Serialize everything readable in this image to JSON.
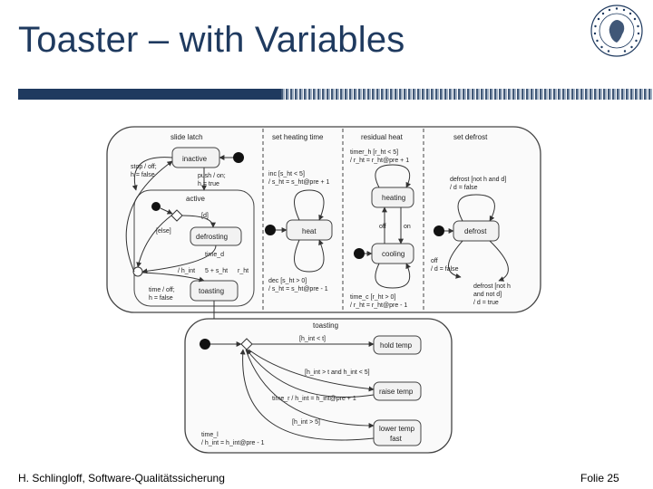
{
  "slide": {
    "title": "Toaster – with Variables",
    "footer_left": "H. Schlingloff, Software-Qualitätssicherung",
    "footer_right": "Folie 25"
  },
  "regions": {
    "slide_latch": "slide latch",
    "set_heating_time": "set heating time",
    "residual_heat": "residual heat",
    "set_defrost": "set defrost",
    "active": "active",
    "toasting": "toasting"
  },
  "states": {
    "inactive": "inactive",
    "defrosting": "defrosting",
    "toasting": "toasting",
    "heat": "heat",
    "heating": "heating",
    "cooling": "cooling",
    "defrost": "defrost",
    "hold_temp": "hold temp",
    "raise_temp": "raise temp",
    "lower_temp_1": "lower temp",
    "lower_temp_2": "fast"
  },
  "labels": {
    "stop_off_1": "stop / off;",
    "stop_off_2": "h = false",
    "push_on_1": "push / on;",
    "push_on_2": "h = true",
    "guard_d": "[d]",
    "guard_else": "[else]",
    "time_d": "time_d",
    "h_int_1": "/ h_int",
    "h_int_2": "5 + s_ht",
    "h_int_3": "r_ht",
    "time_off_1": "time / off;",
    "time_off_2": "h = false",
    "inc_1": "inc [s_ht < 5]",
    "inc_2": "/ s_ht = s_ht@pre + 1",
    "dec_1": "dec [s_ht > 0]",
    "dec_2": "/ s_ht = s_ht@pre - 1",
    "timer_1": "timer_h [r_ht < 5]",
    "timer_2": "/ r_ht = r_ht@pre + 1",
    "off": "off",
    "on": "on",
    "timec_1": "time_c [r_ht > 0]",
    "timec_2": "/ r_ht = r_ht@pre - 1",
    "defrost_not_1": "defrost [not h and d]",
    "defrost_not_2": "/ d = false",
    "off_d_1": "off",
    "off_d_2": "/ d = false",
    "defrost_not_h_1": "defrost [not h",
    "defrost_not_h_2": "and not d]",
    "defrost_not_h_3": "/ d = true",
    "g_hint_lt": "[h_int < t]",
    "g_hint_between": "[h_int > t and h_int < 5]",
    "time_r": "time_r / h_int = h_int@pre + 1",
    "g_hint_gt": "[h_int > 5]",
    "time_l_1": "time_l",
    "time_l_2": "/ h_int = h_int@pre - 1"
  },
  "colors": {
    "title": "#1f3a5f",
    "line": "#333333",
    "fill": "#f2f2f2"
  }
}
